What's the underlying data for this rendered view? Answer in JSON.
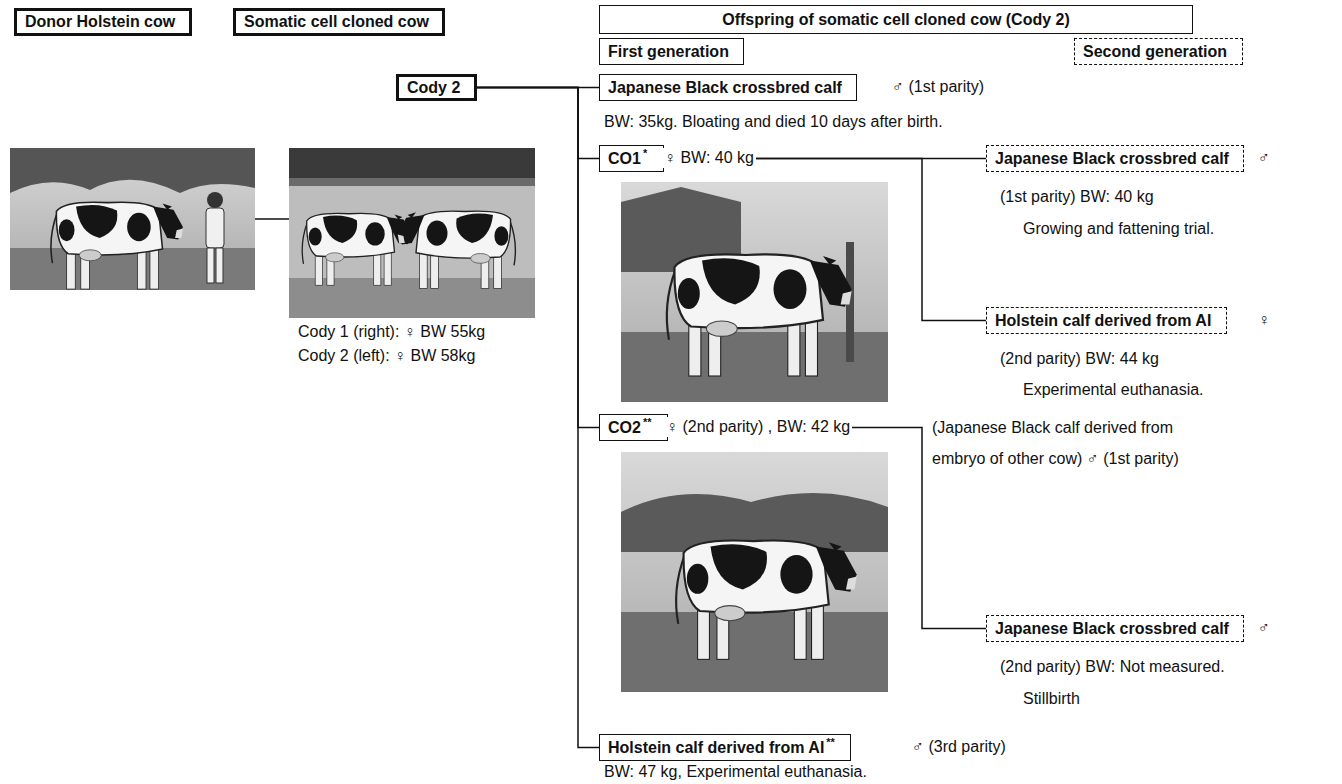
{
  "diagram": {
    "nodes": [
      {
        "text": [
          "Donor Holstein cow"
        ]
      },
      {
        "text": [
          "Somatic cell cloned cow"
        ]
      },
      {
        "text": [
          "Offspring of somatic cell cloned cow (Cody 2)"
        ]
      },
      {
        "text": [
          "First generation"
        ]
      },
      {
        "text": [
          "Second generation"
        ]
      },
      {
        "text": [
          "Cody 2"
        ]
      },
      {
        "text": [
          "Japanese Black crossbred calf"
        ]
      },
      {
        "text": [
          "CO1",
          "*"
        ]
      },
      {
        "text": [
          "Japanese Black crossbred calf"
        ]
      },
      {
        "text": [
          "Holstein calf derived from AI"
        ]
      },
      {
        "text": [
          "CO2",
          "**"
        ]
      },
      {
        "text": [
          "Japanese Black crossbred calf"
        ]
      },
      {
        "text": [
          "Holstein calf derived from AI",
          "**"
        ]
      }
    ],
    "edges": [
      {
        "from": 5,
        "to": 6,
        "arrow": "none"
      },
      {
        "from": 5,
        "to": 7,
        "arrow": "none"
      },
      {
        "from": 5,
        "to": 10,
        "arrow": "none"
      },
      {
        "from": 5,
        "to": 12,
        "arrow": "none"
      },
      {
        "from": 7,
        "to": 8,
        "arrow": "none"
      },
      {
        "from": 7,
        "to": 9,
        "arrow": "none"
      },
      {
        "from": 10,
        "to": 11,
        "arrow": "none"
      }
    ],
    "labels": [
      "♂ (1st parity)",
      "BW: 35kg. Bloating and died 10 days after birth.",
      "Cody 1 (right): ♀ BW 55kg",
      "Cody 2 (left): ♀ BW 58kg",
      "♀ BW: 40 kg",
      "♂",
      "(1st parity) BW: 40 kg",
      "Growing and fattening trial.",
      "♀",
      "(2nd parity) BW: 44 kg",
      "Experimental euthanasia.",
      "♀ (2nd parity) , BW: 42 kg",
      "(Japanese Black calf derived from embryo of other cow) ♂ (1st parity)",
      "♂",
      "(2nd parity) BW: Not measured.",
      "Stillbirth",
      "♂ (3rd parity)",
      "BW: 47 kg, Experimental euthanasia."
    ]
  }
}
